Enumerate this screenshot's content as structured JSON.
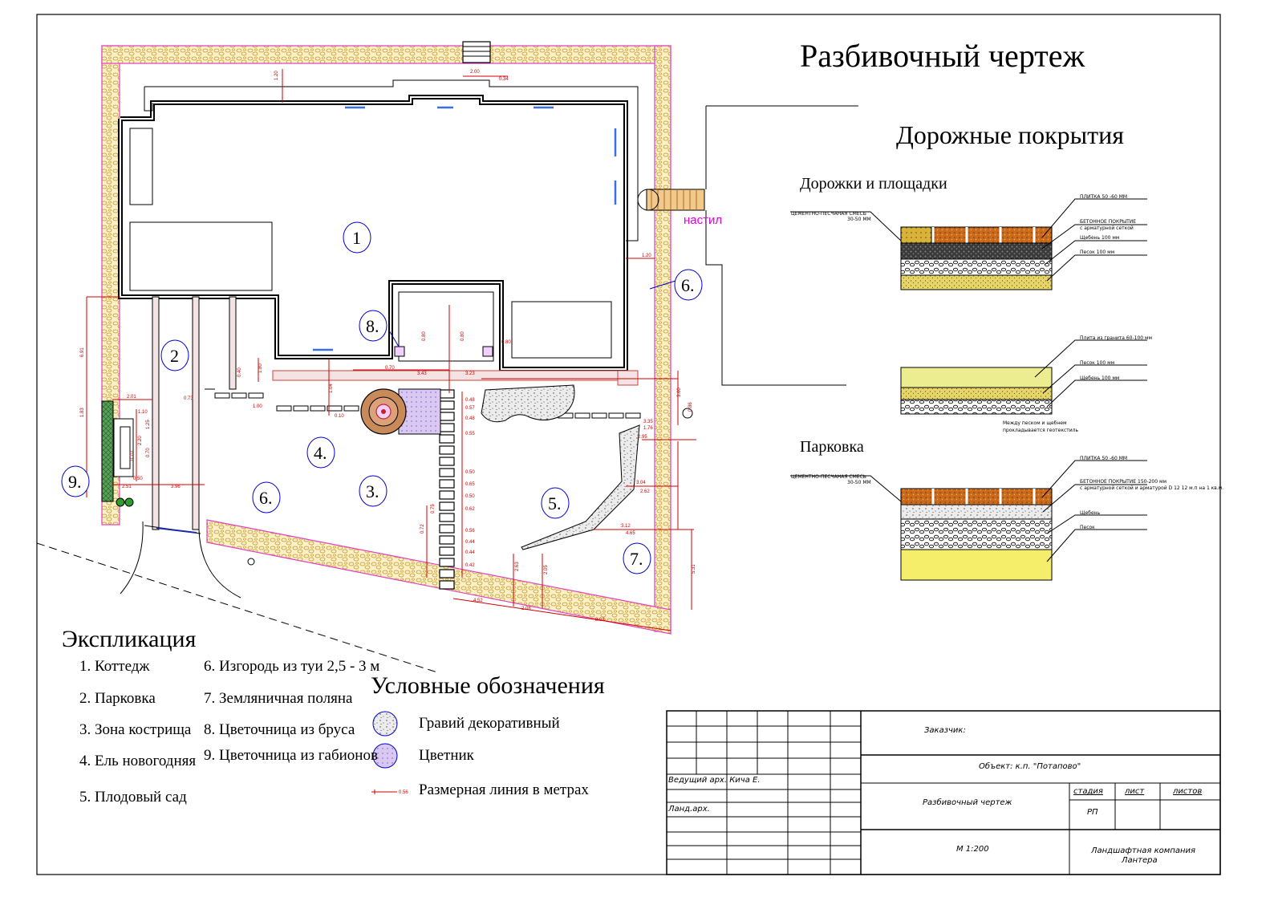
{
  "title": "Разбивочный чертеж",
  "pavements": {
    "title": "Дорожные покрытия",
    "paths_title": "Дорожки и площадки",
    "paths_layers": {
      "left": [
        "ЦЕМЕНТНО-ПЕСЧАНАЯ СМЕСЬ",
        "30-50 ММ"
      ],
      "right": [
        "ПЛИТКА 50 -60 ММ",
        "БЕТОННОЕ ПОКРЫТИЕ",
        "с арматурной сеткой",
        "Щебень 100 мм",
        "Песок 100 мм"
      ]
    },
    "granite_layers": [
      "Плита из гранита 60-100 мм",
      "Песок 100 мм",
      "Щебень 100 мм"
    ],
    "granite_note": [
      "Между песком и щебнем",
      "прокладывается геотекстиль"
    ],
    "parking_title": "Парковка",
    "parking_layers": {
      "left": [
        "ЦЕМЕНТНО-ПЕСЧАНАЯ СМЕСЬ",
        "30-50 ММ"
      ],
      "right": [
        "ПЛИТКА 50 -60 ММ",
        "БЕТОННОЕ ПОКРЫТИЕ 150-200 мм",
        "с арматурной сеткой и арматурой D 12  12 м.п на 1 кв.м.",
        "Щебень",
        "Песок"
      ]
    }
  },
  "plan": {
    "deck_label": "настил",
    "zone_numbers": [
      "1",
      "2",
      "3.",
      "4.",
      "5.",
      "6.",
      "6.",
      "7.",
      "8.",
      "9."
    ],
    "dimensions": [
      "2.00",
      "0.34",
      "1.20",
      "1.20",
      "6.91",
      "2.01",
      "1.10",
      "1.25",
      "2.20",
      "0.70",
      "0.70",
      "0.50",
      "2.51",
      "3.96",
      "1.83",
      "0.73",
      "0.40",
      "1.00",
      "1.80",
      "1.04",
      "0.10",
      "0.70",
      "3.43",
      "3.23",
      "0.80",
      "0.80",
      "0.80",
      "0.48",
      "0.57",
      "0.48",
      "0.55",
      "0.50",
      "0.65",
      "0.50",
      "0.62",
      "0.56",
      "0.44",
      "0.44",
      "0.42",
      "0.72",
      "0.75",
      "3.35",
      "1.76",
      "2.95",
      "3.04",
      "2.62",
      "3.12",
      "4.65",
      "2.63",
      "2.05",
      "4.52",
      "2.08",
      "8.03",
      "5.31",
      "3.60",
      "0.86"
    ]
  },
  "explication": {
    "title": "Экспликация",
    "items_col1": [
      "1. Коттедж",
      "2. Парковка",
      "3. Зона кострища",
      "4. Ель новогодняя",
      "5. Плодовый сад"
    ],
    "items_col2": [
      "6. Изгородь из туи 2,5 - 3 м",
      "7. Земляничная поляна",
      "8. Цветочница из бруса",
      "9. Цветочница из габионов"
    ]
  },
  "legend": {
    "title": "Условные обозначения",
    "items": [
      "Гравий декоративный",
      "Цветник",
      "Размерная линия в метрах"
    ],
    "dim_sample": "0.56"
  },
  "stamp": {
    "customer": "Заказчик:",
    "object": "Объект: к.п. \"Потапово\"",
    "lead": "Ведущий арх. Кича Е.",
    "land_arch": "Ланд.арх.",
    "drawing": "Разбивочный чертеж",
    "stage_h": "стадия",
    "sheet_h": "лист",
    "sheets_h": "листов",
    "stage": "РП",
    "scale": "М 1:200",
    "company": [
      "Ландшафтная компания",
      "Лантера"
    ]
  },
  "colors": {
    "dim": "#d00000",
    "hedge_border": "#e040c0",
    "deck_label": "#e000e0",
    "zone_circle": "#0000cc",
    "tile": "#c96a1c",
    "sand": "#e8e070",
    "gravel": "#555555"
  }
}
